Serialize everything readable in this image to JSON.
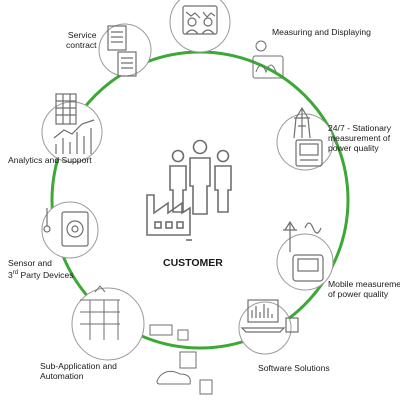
{
  "colors": {
    "ring": "#3aa935",
    "node_border": "#9a9a9a",
    "icon": "#6f6f6f",
    "icon_light": "#bdbdbd"
  },
  "center": {
    "label": "CUSTOMER",
    "icon": "customer-group-factory-icon"
  },
  "nodes": [
    {
      "id": "measuring",
      "label_lines": [
        "Measuring and Displaying"
      ],
      "icon": "people-with-display-icon"
    },
    {
      "id": "stationary",
      "label_lines": [
        "24/7 - Stationary",
        "measurement of",
        "power quality"
      ],
      "icon": "power-pylon-meter-icon"
    },
    {
      "id": "mobile",
      "label_lines": [
        "Mobile measurement",
        "of power quality"
      ],
      "icon": "portable-analyzer-icon"
    },
    {
      "id": "software",
      "label_lines": [
        "Software Solutions"
      ],
      "icon": "computer-software-icon"
    },
    {
      "id": "automation",
      "label_lines": [
        "Sub-Application and",
        "Automation"
      ],
      "icon": "network-automation-icon"
    },
    {
      "id": "sensor",
      "label_lines": [
        "Sensor and",
        "3rd Party Devices"
      ],
      "icon": "sensor-thermometer-icon"
    },
    {
      "id": "analytics",
      "label_lines": [
        "Analytics and Support"
      ],
      "icon": "analytics-chart-icon"
    },
    {
      "id": "service",
      "label_lines": [
        "Service",
        "contract"
      ],
      "icon": "documents-icon"
    }
  ]
}
